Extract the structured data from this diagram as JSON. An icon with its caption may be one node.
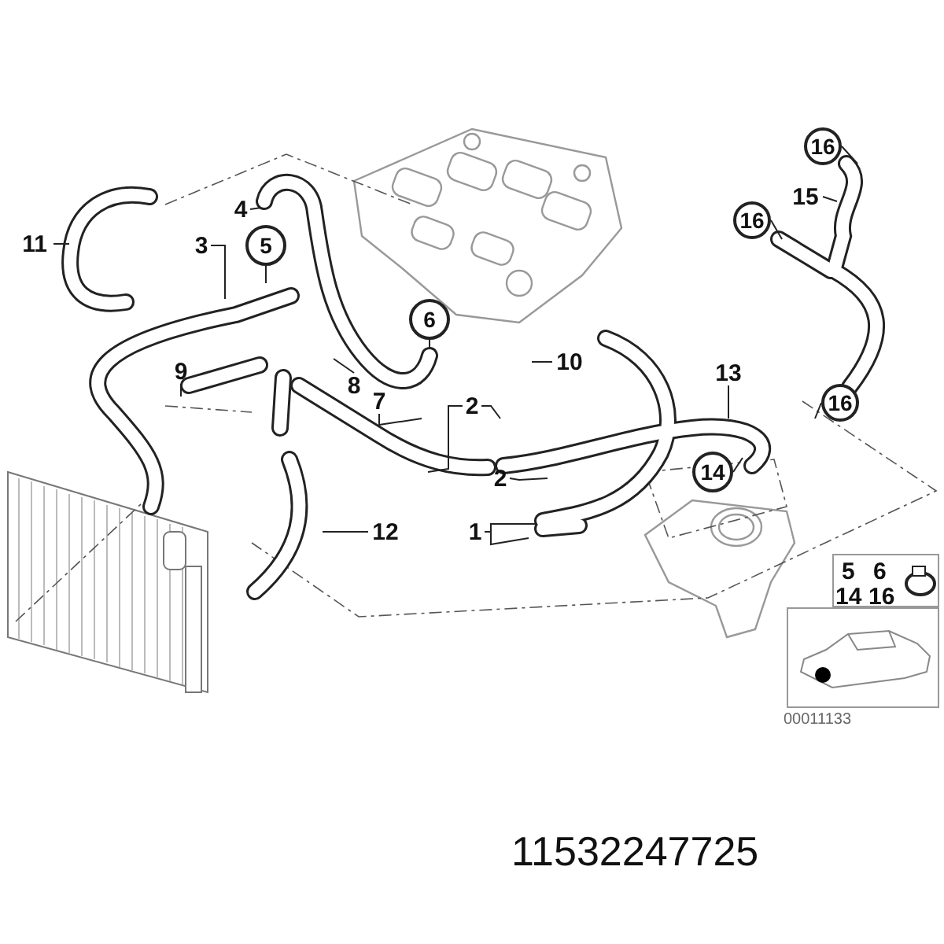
{
  "diagram": {
    "nodes": [
      {
        "text": [
          "16"
        ]
      },
      {
        "text": [
          "11"
        ]
      },
      {
        "text": [
          "4"
        ]
      },
      {
        "text": [
          "3"
        ]
      },
      {
        "text": [
          "5"
        ]
      },
      {
        "text": [
          "15"
        ]
      },
      {
        "text": [
          "16"
        ]
      },
      {
        "text": [
          "6"
        ]
      },
      {
        "text": [
          "10"
        ]
      },
      {
        "text": [
          "9"
        ]
      },
      {
        "text": [
          "13"
        ]
      },
      {
        "text": [
          "8"
        ]
      },
      {
        "text": [
          "7"
        ]
      },
      {
        "text": [
          "2"
        ]
      },
      {
        "text": [
          "16"
        ]
      },
      {
        "text": [
          "14"
        ]
      },
      {
        "text": [
          "12"
        ]
      },
      {
        "text": [
          "2"
        ]
      },
      {
        "text": [
          "1"
        ]
      }
    ],
    "edges": [
      {
        "from": 0,
        "to": null,
        "arrow": "none"
      },
      {
        "from": 1,
        "to": null,
        "arrow": "none"
      },
      {
        "from": 2,
        "to": null,
        "arrow": "none"
      },
      {
        "from": 3,
        "to": null,
        "arrow": "none"
      },
      {
        "from": 4,
        "to": null,
        "arrow": "none"
      },
      {
        "from": 5,
        "to": null,
        "arrow": "none"
      },
      {
        "from": 6,
        "to": null,
        "arrow": "none"
      },
      {
        "from": 7,
        "to": null,
        "arrow": "none"
      },
      {
        "from": 8,
        "to": null,
        "arrow": "none"
      },
      {
        "from": 9,
        "to": null,
        "arrow": "none"
      },
      {
        "from": 10,
        "to": null,
        "arrow": "none"
      },
      {
        "from": 11,
        "to": null,
        "arrow": "none"
      },
      {
        "from": 12,
        "to": null,
        "arrow": "none"
      },
      {
        "from": 13,
        "to": null,
        "arrow": "none"
      },
      {
        "from": 13,
        "to": null,
        "arrow": "none"
      },
      {
        "from": 14,
        "to": null,
        "arrow": "none"
      },
      {
        "from": 15,
        "to": null,
        "arrow": "none"
      },
      {
        "from": 16,
        "to": null,
        "arrow": "none"
      },
      {
        "from": 17,
        "to": null,
        "arrow": "none"
      },
      {
        "from": 18,
        "to": null,
        "arrow": "none"
      },
      {
        "from": 18,
        "to": null,
        "arrow": "none"
      }
    ],
    "labels": [
      "5",
      "6",
      "14",
      "16",
      "00011133",
      "11532247725"
    ]
  }
}
